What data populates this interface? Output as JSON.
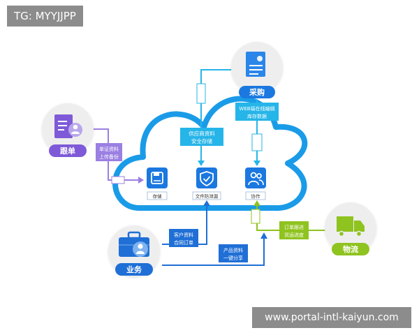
{
  "watermarks": {
    "top": "TG: MYYJJPP",
    "bottom": "www.portal-intl-kaiyun.com"
  },
  "roles": {
    "procurement": "采购",
    "followup": "跟单",
    "business": "业务",
    "logistics": "物流"
  },
  "modules": {
    "storage": "存储",
    "file_protect": "文件防泄漏",
    "collab": "协作"
  },
  "flows": {
    "supplier": [
      "供应商资料",
      "安全存储"
    ],
    "web": [
      "WEB端在线编辑",
      "库存数据"
    ],
    "docs": [
      "单证资料",
      "上传备份"
    ],
    "order": [
      "订单跟进",
      "货运进度"
    ],
    "customer": [
      "客户资料",
      "合同订单"
    ],
    "product": [
      "产品资料",
      "一键分享"
    ]
  },
  "colors": {
    "cloud": "#1a9be8",
    "procurement": "#1a78e0",
    "followup": "#7e5ad8",
    "business": "#1f6fd6",
    "logistics": "#8fc31f",
    "cyan": "#26b5e8",
    "purple": "#9b7fe2"
  }
}
